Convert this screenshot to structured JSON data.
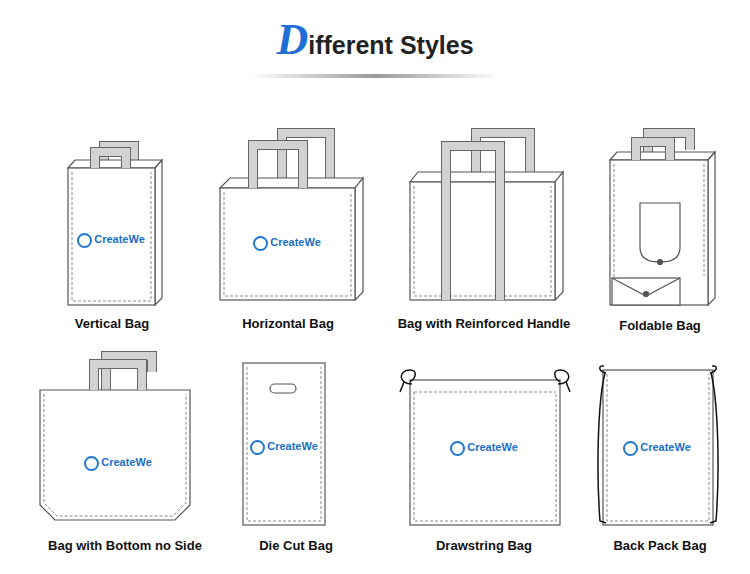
{
  "diagram": {
    "title": "Different Styles",
    "nodes": [
      {
        "text": [
          "CreateWe",
          "Vertical Bag"
        ]
      },
      {
        "text": [
          "CreateWe",
          "Horizontal Bag"
        ]
      },
      {
        "text": [
          "Bag with Reinforced Handle"
        ]
      },
      {
        "text": [
          "Foldable Bag"
        ]
      },
      {
        "text": [
          "CreateWe",
          "Bag with Bottom no Side"
        ]
      },
      {
        "text": [
          "CreateWe",
          "Die Cut Bag"
        ]
      },
      {
        "text": [
          "CreateWe",
          "Drawstring Bag"
        ]
      },
      {
        "text": [
          "CreateWe",
          "Back Pack Bag"
        ]
      }
    ]
  }
}
